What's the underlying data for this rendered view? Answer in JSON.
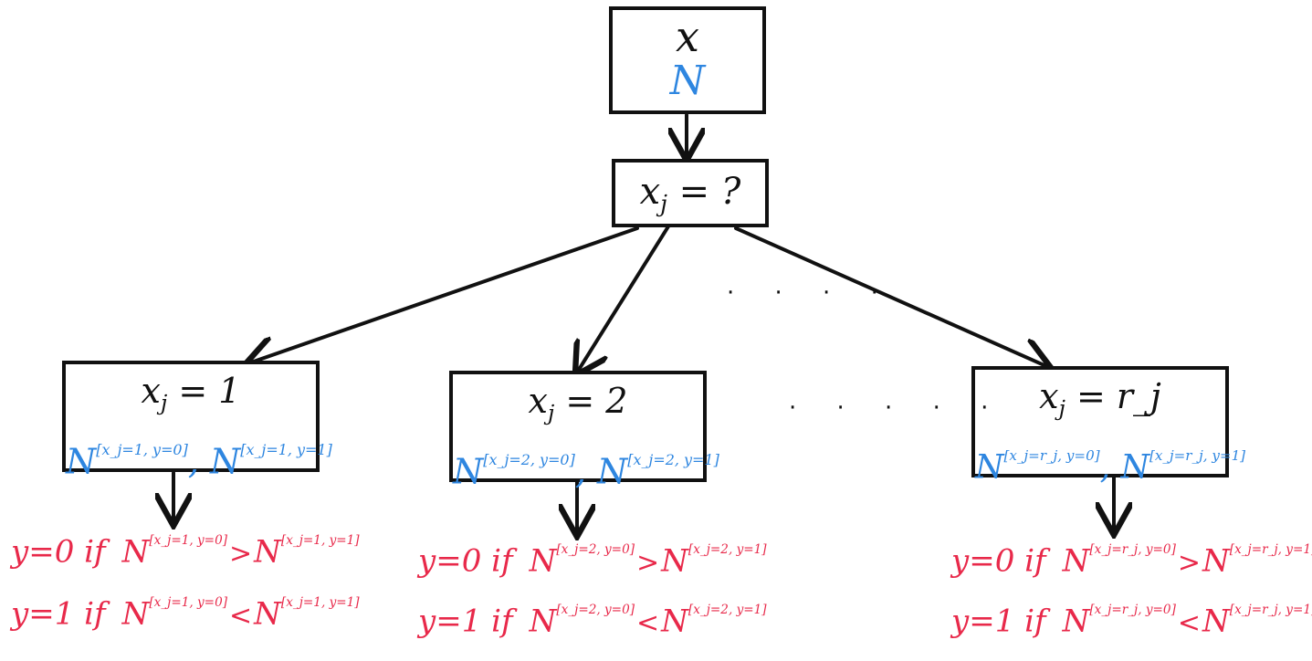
{
  "root": {
    "var": "x",
    "count": "N"
  },
  "split": {
    "var": "x",
    "sub": "j",
    "rest": " = ?"
  },
  "branches": [
    {
      "head_var": "x",
      "head_sub": "j",
      "head_val": " = 1",
      "N": "N",
      "sup0": "[x_j=1, y=0]",
      "sup1": "[x_j=1, y=1]",
      "rule0": {
        "label": "y=0 if",
        "cmp": ">"
      },
      "rule1": {
        "label": "y=1 if",
        "cmp": "<"
      }
    },
    {
      "head_var": "x",
      "head_sub": "j",
      "head_val": " = 2",
      "N": "N",
      "sup0": "[x_j=2, y=0]",
      "sup1": "[x_j=2, y=1]",
      "rule0": {
        "label": "y=0 if",
        "cmp": ">"
      },
      "rule1": {
        "label": "y=1 if",
        "cmp": "<"
      }
    },
    {
      "head_var": "x",
      "head_sub": "j",
      "head_val": " = r_j",
      "N": "N",
      "sup0": "[x_j=r_j, y=0]",
      "sup1": "[x_j=r_j, y=1]",
      "rule0": {
        "label": "y=0 if",
        "cmp": ">"
      },
      "rule1": {
        "label": "y=1 if",
        "cmp": "<"
      }
    }
  ],
  "ellipsis": {
    "upper": "· · · ·",
    "lower": "· · · · ·"
  },
  "colors": {
    "ink": "#111111",
    "count": "#2e86e0",
    "rule": "#e8294a"
  }
}
